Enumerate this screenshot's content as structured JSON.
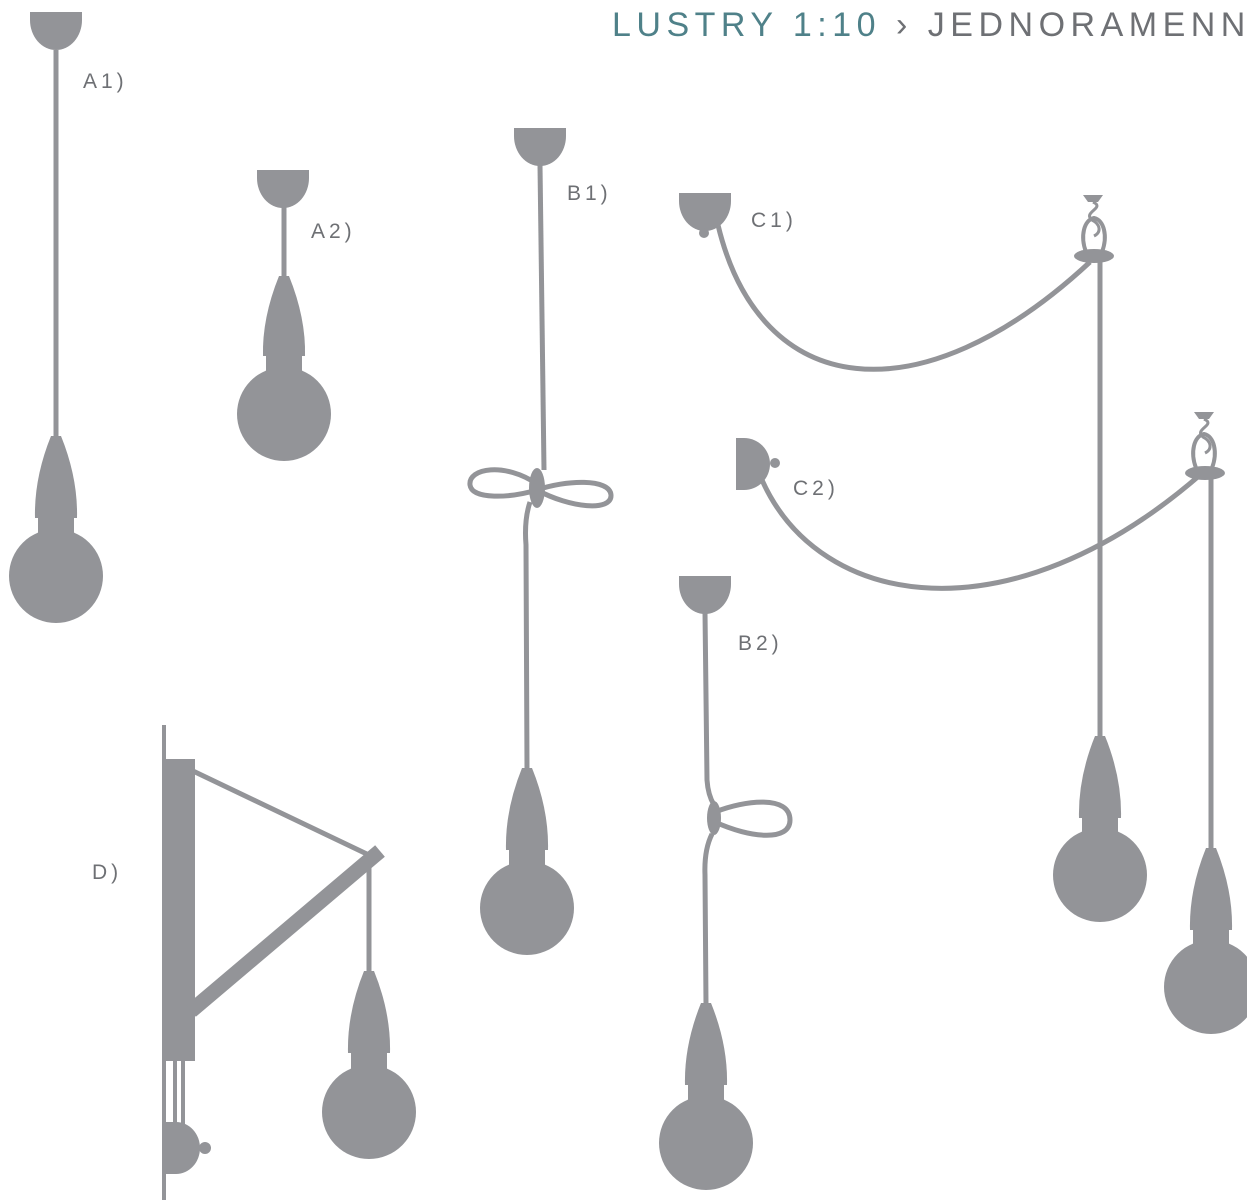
{
  "header": {
    "category": "LUSTRY 1:10",
    "separator": "›",
    "subcategory": "JEDNORAMENNÉ"
  },
  "labels": {
    "a1": "A1)",
    "a2": "A2)",
    "b1": "B1)",
    "b2": "B2)",
    "c1": "C1)",
    "c2": "C2)",
    "d": "D)"
  },
  "colors": {
    "fixture": "#939498",
    "heading_accent": "#4f8189",
    "text": "#6e7074",
    "background": "#ffffff"
  }
}
